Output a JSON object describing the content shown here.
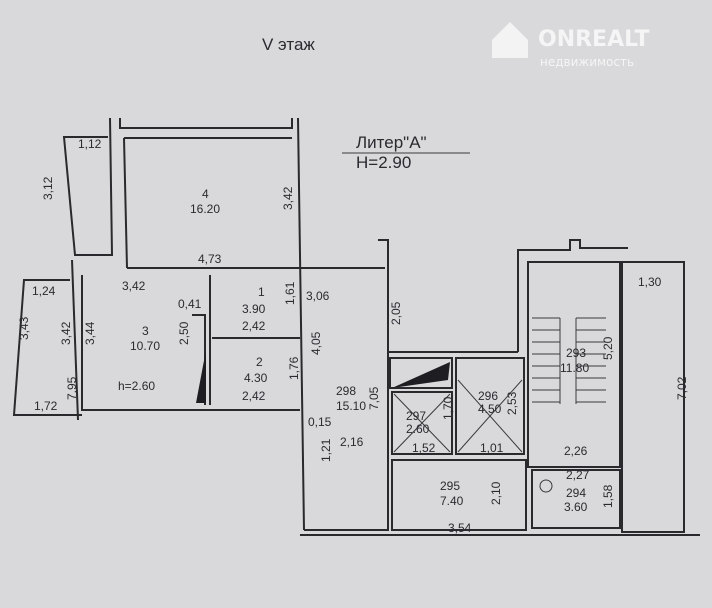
{
  "header": {
    "floor": "V этаж",
    "liter": "Литер\"А\"",
    "height": "H=2.90"
  },
  "watermark": {
    "brand": "ONREALT",
    "tagline": "недвижимость"
  },
  "rooms": {
    "r4": {
      "num": "4",
      "area": "16.20"
    },
    "r3": {
      "num": "3",
      "area": "10.70",
      "height": "h=2.60"
    },
    "r1": {
      "num": "1",
      "area": "3.90"
    },
    "r2": {
      "num": "2",
      "area": "4.30"
    },
    "r298": {
      "num": "298",
      "area": "15.10"
    },
    "r297": {
      "num": "297",
      "area": "2.60"
    },
    "r296": {
      "num": "296",
      "area": "4.50"
    },
    "r293": {
      "num": "293",
      "area": "11.80"
    },
    "r295": {
      "num": "295",
      "area": "7.40"
    },
    "r294": {
      "num": "294",
      "area": "3.60"
    }
  },
  "dims": [
    "1,12",
    "3,12",
    "3,42",
    "4,73",
    "3,42",
    "1,24",
    "3,43",
    "3,42",
    "3,44",
    "0,41",
    "2,50",
    "2,42",
    "2,42",
    "1,61",
    "3,06",
    "1,76",
    "4,05",
    "1,72",
    "7,95",
    "0,15",
    "1,21",
    "2,16",
    "7,05",
    "2,05",
    "1,70",
    "1,52",
    "2,53",
    "1,01",
    "3,54",
    "2,10",
    "2,26",
    "2,27",
    "1,58",
    "1,30",
    "7,02",
    "5,20"
  ]
}
